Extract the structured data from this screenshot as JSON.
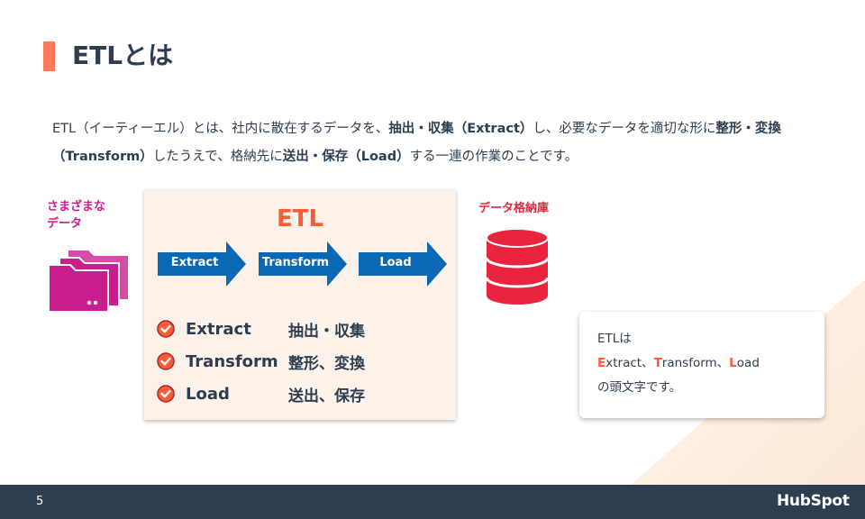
{
  "slide": {
    "title": "ETLとは",
    "page_number": "5"
  },
  "intro": {
    "l1_a": "ETL（イーティーエル）とは、社内に散在するデータを、",
    "l1_b": "抽出・収集（Extract）",
    "l1_c": "し、必要なデータを適切な形に",
    "l1_d": "整形・変換",
    "l2_a": "（Transform）",
    "l2_b": "したうえで、格納先に",
    "l2_c": "送出・保存（Load）",
    "l2_d": "する一連の作業のことです。"
  },
  "source": {
    "label_1": "さまざまな",
    "label_2": "データ",
    "icon": "folder-stack-icon",
    "color": "#c81e8e"
  },
  "panel": {
    "title": "ETL",
    "arrows": [
      "Extract",
      "Transform",
      "Load"
    ],
    "steps": [
      {
        "en": "Extract",
        "jp": "抽出・収集"
      },
      {
        "en": "Transform",
        "jp": "整形、変換"
      },
      {
        "en": "Load",
        "jp": "送出、保存"
      }
    ],
    "arrow_color": "#0b68b4",
    "accent_color": "#ff5c35"
  },
  "target": {
    "label": "データ格納庫",
    "icon": "database-icon",
    "color": "#e8243e"
  },
  "note": {
    "line1": "ETLは",
    "l2_e_hl": "E",
    "l2_e": "xtract、",
    "l2_t_hl": "T",
    "l2_t": "ransform、",
    "l2_l_hl": "L",
    "l2_l": "oad",
    "line3": "の頭文字です。"
  },
  "brand": {
    "logo_text": "HubSpot"
  }
}
